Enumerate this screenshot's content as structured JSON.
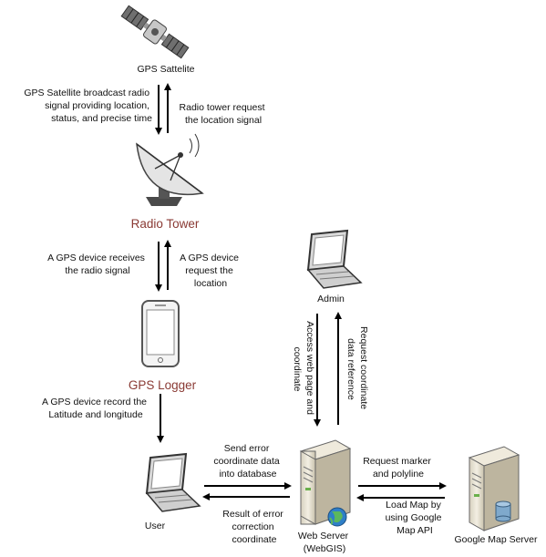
{
  "nodes": {
    "satellite": "GPS Sattelite",
    "radio_tower": "Radio Tower",
    "gps_logger": "GPS Logger",
    "admin": "Admin",
    "user": "User",
    "web_server": [
      "Web Server",
      "(WebGIS)"
    ],
    "google_map_server": "Google Map Server"
  },
  "edges": {
    "satellite_to_tower": [
      "GPS Satellite broadcast radio",
      "signal providing location,",
      "status, and precise time"
    ],
    "tower_to_satellite": [
      "Radio tower request",
      "the location signal"
    ],
    "tower_to_logger": [
      "A GPS device receives",
      "the radio signal"
    ],
    "logger_to_tower": [
      "A GPS device",
      "request the",
      "location"
    ],
    "logger_to_user": [
      "A GPS device record  the",
      "Latitude and longitude"
    ],
    "admin_to_server": [
      "Access web page and",
      "coordinate"
    ],
    "server_to_admin": [
      "Request coordinate",
      "data reference"
    ],
    "user_to_server": [
      "Send error",
      "coordinate data",
      "into database"
    ],
    "server_to_user": [
      "Result of error",
      "correction",
      "coordinate"
    ],
    "server_to_google": [
      "Request marker",
      "and polyline"
    ],
    "google_to_server": [
      "Load Map by",
      "using Google",
      "Map API"
    ]
  },
  "colors": {
    "accent_text": "#8a3a34",
    "arrow": "#000000",
    "dish": "#e4e4e4",
    "laptop_screen": "#d9d9d9",
    "server_body": "#e8e3d4",
    "globe": "#2f7fc8",
    "db": "#7fa9cc"
  }
}
